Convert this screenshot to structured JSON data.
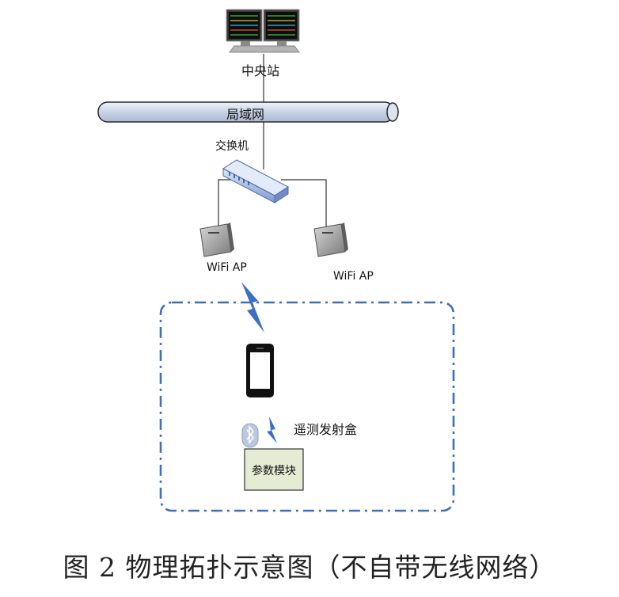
{
  "nodes": {
    "central_station": "中央站",
    "lan": "局域网",
    "switch": "交换机",
    "ap_left": "WiFi AP",
    "ap_right": "WiFi AP",
    "telemetry_box": "遥测发射盒",
    "param_module": "参数模块"
  },
  "caption": "图 2 物理拓扑示意图（不自带无线网络）",
  "icons": [
    "monitor-icon",
    "lan-pipe",
    "switch-icon",
    "access-point-icon",
    "smartphone-icon",
    "bluetooth-icon",
    "wireless-signal-icon"
  ],
  "colors": {
    "accent": "#3a6fc4",
    "lan": "#c9d3e6",
    "module": "#e4ecd4",
    "line": "#333333"
  }
}
